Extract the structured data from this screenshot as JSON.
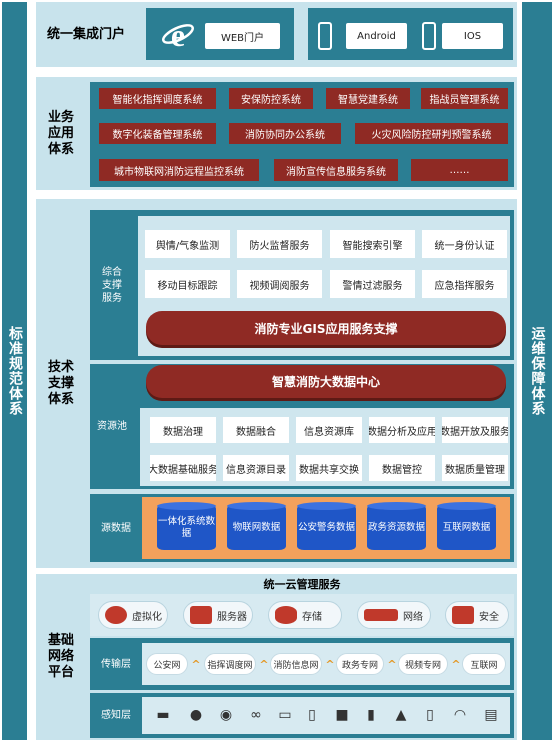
{
  "side_left": "标准规范体系",
  "side_right": "运维保障体系",
  "portal": {
    "label": "统一集成门户",
    "web": "WEB门户",
    "android": "Android",
    "ios": "IOS"
  },
  "business": {
    "label": "业务应用体系",
    "rows": [
      [
        "智能化指挥调度系统",
        "安保防控系统",
        "智慧党建系统",
        "指战员管理系统"
      ],
      [
        "数字化装备管理系统",
        "消防协同办公系统",
        "火灾风险防控研判预警系统"
      ],
      [
        "城市物联网消防远程监控系统",
        "消防宣传信息服务系统",
        "……"
      ]
    ]
  },
  "tech": {
    "label": "技术支撑体系",
    "support": {
      "label": "综合支撑服务",
      "items": [
        "舆情/气象监测",
        "防火监督服务",
        "智能搜索引擎",
        "统一身份认证",
        "移动目标跟踪",
        "视频调阅服务",
        "警情过滤服务",
        "应急指挥服务"
      ],
      "gis": "消防专业GIS应用服务支撑"
    },
    "bigdata": "智慧消防大数据中心",
    "pool": {
      "label": "资源池",
      "items": [
        "数据治理",
        "数据融合",
        "信息资源库",
        "数据分析及应用",
        "数据开放及服务",
        "大数据基础服务",
        "信息资源目录",
        "数据共享交换",
        "数据管控",
        "数据质量管理"
      ]
    },
    "source": {
      "label": "源数据",
      "items": [
        "一体化系统数据",
        "物联网数据",
        "公安警务数据",
        "政务资源数据",
        "互联网数据"
      ]
    }
  },
  "infra": {
    "label": "基础网络平台",
    "cloud_title": "统一云管理服务",
    "services": [
      "虚拟化",
      "服务器",
      "存储",
      "网络",
      "安全"
    ],
    "transport": {
      "label": "传输层",
      "items": [
        "公安网",
        "指挥调度网",
        "消防信息网",
        "政务专网",
        "视频专网",
        "互联网"
      ]
    },
    "perception": {
      "label": "感知层",
      "icons": [
        "camera-icon",
        "thermometer-icon",
        "smoke-detector-icon",
        "bike-icon",
        "truck-icon",
        "alarm-panel-icon",
        "sensor-box-icon",
        "device-icon",
        "car-icon",
        "phone-icon",
        "wifi-icon",
        "id-card-icon"
      ]
    }
  },
  "colors": {
    "teal": "#2b7e93",
    "panel": "#c8e3ec",
    "red": "#8f2a24",
    "blue": "#1f56c7",
    "orange": "#f3a15c"
  }
}
